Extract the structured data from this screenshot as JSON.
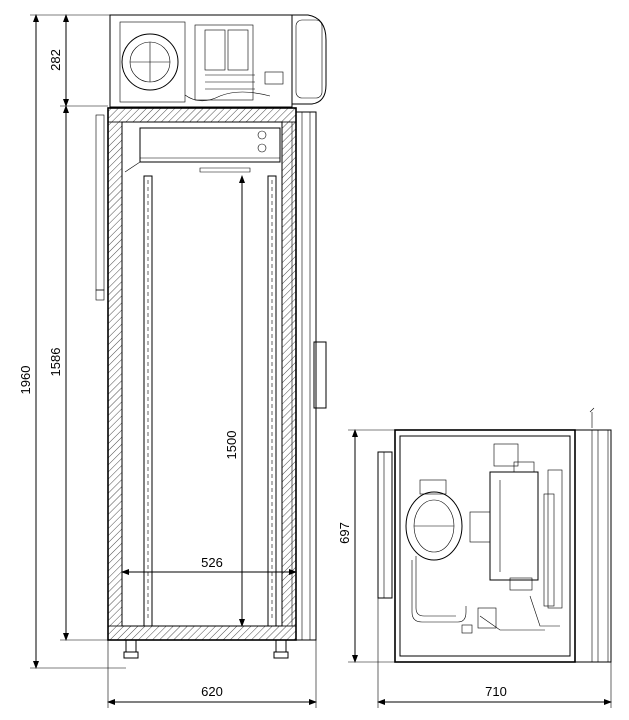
{
  "drawing": {
    "front_view": {
      "dimensions": {
        "total_height": "1960",
        "unit_height": "282",
        "cabinet_height": "1586",
        "shelf_span": "1500",
        "inner_width": "526",
        "total_width": "620"
      }
    },
    "top_view": {
      "dimensions": {
        "depth": "697",
        "total_width": "710"
      }
    }
  }
}
